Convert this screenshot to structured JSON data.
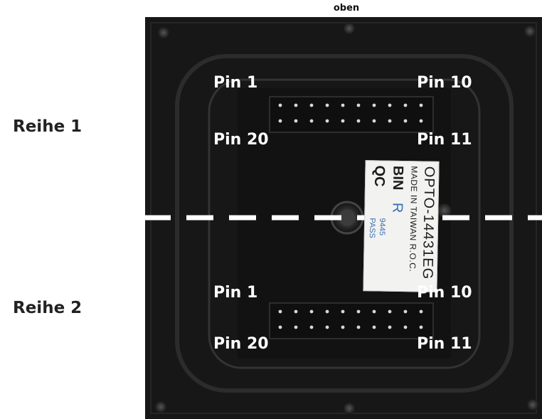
{
  "labels": {
    "top": "oben",
    "row1": "Reihe 1",
    "row2": "Reihe 2"
  },
  "pins": {
    "row1": {
      "top_left": "Pin 1",
      "top_right": "Pin 10",
      "bottom_left": "Pin 20",
      "bottom_right": "Pin 11"
    },
    "row2": {
      "top_left": "Pin 1",
      "top_right": "Pin 10",
      "bottom_left": "Pin 20",
      "bottom_right": "Pin 11"
    }
  },
  "sticker": {
    "model": "OPTO-14431EG",
    "made_in": "MADE IN TAIWAN R.O.C.",
    "bin": "BIN",
    "bin_value": "R",
    "qc": "QC",
    "qc_number": "9445",
    "qc_status": "PASS"
  },
  "colors": {
    "board": "#151515",
    "label_text": "#ffffff",
    "divider": "#ffffff",
    "sticker_accent": "#3a6fb5"
  },
  "pins_per_header_row": 10
}
